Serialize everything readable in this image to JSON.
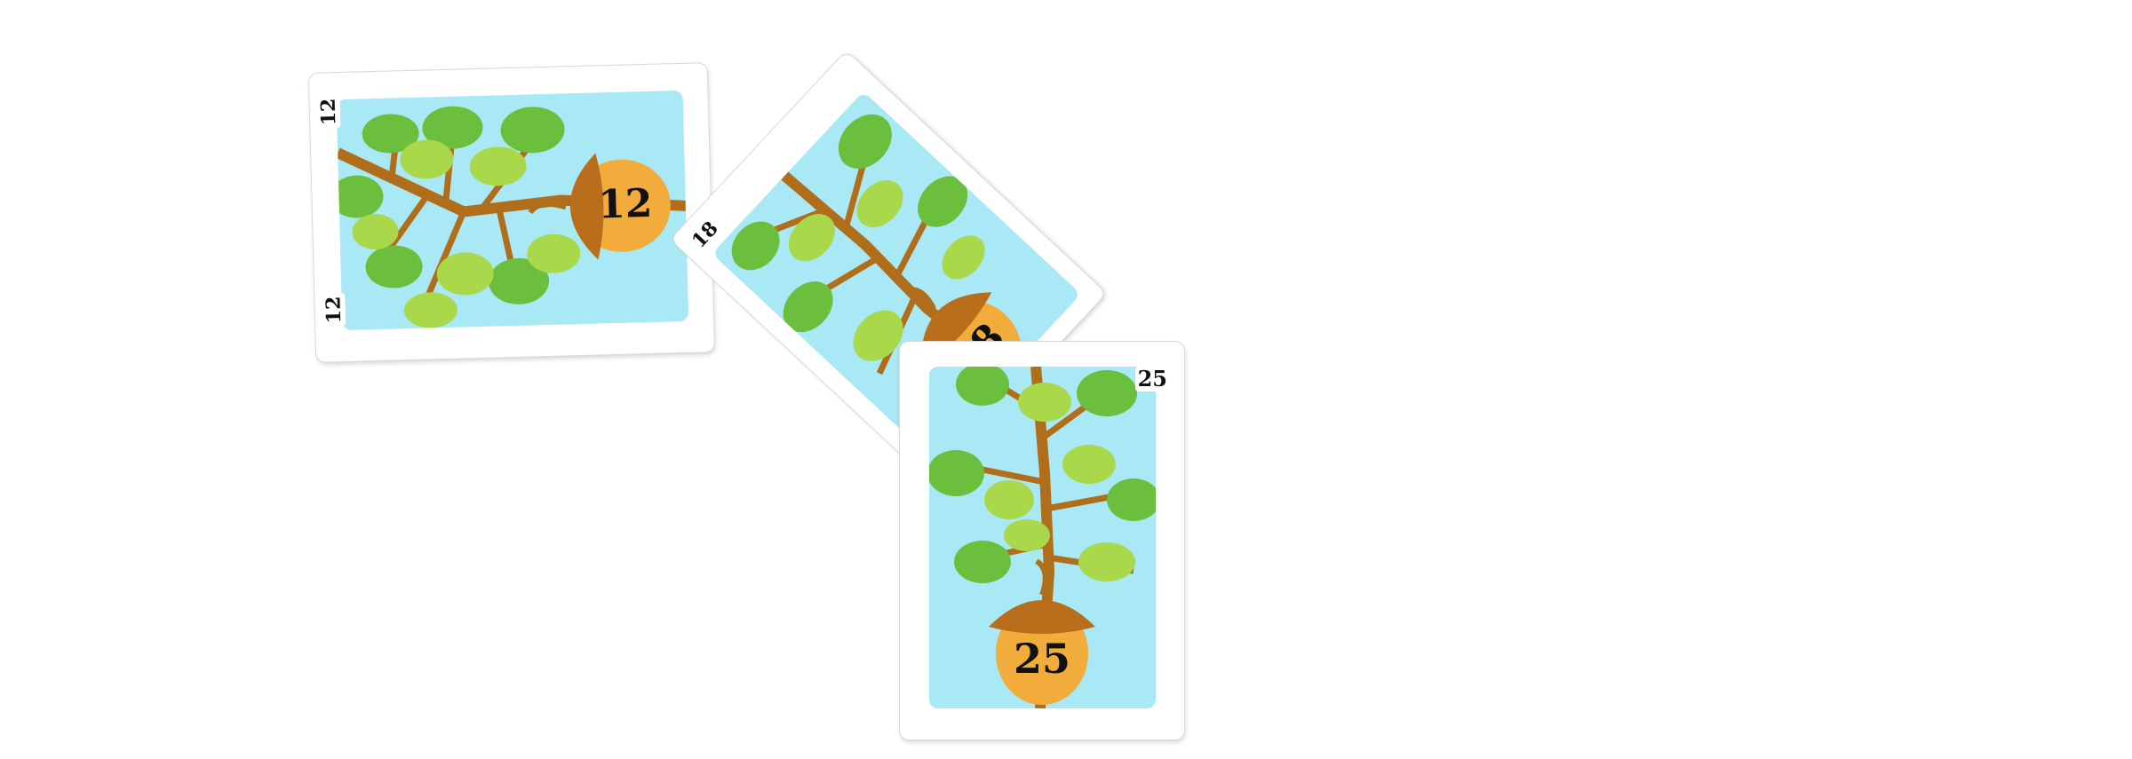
{
  "colors": {
    "sky": "#a8e9f5",
    "branch": "#b06d1a",
    "leaf_dark": "#6cbf3c",
    "leaf_light": "#a9d84a",
    "acorn_cap": "#b86e1b",
    "acorn_body": "#f1ac3b"
  },
  "cards": [
    {
      "value": "12",
      "corner_top": "12",
      "corner_bottom": "12",
      "icon": "oak-branch-acorn"
    },
    {
      "value": "18",
      "corner_top": "18",
      "icon": "oak-branch-acorn"
    },
    {
      "value": "25",
      "corner_top": "25",
      "icon": "oak-branch-acorn"
    }
  ]
}
